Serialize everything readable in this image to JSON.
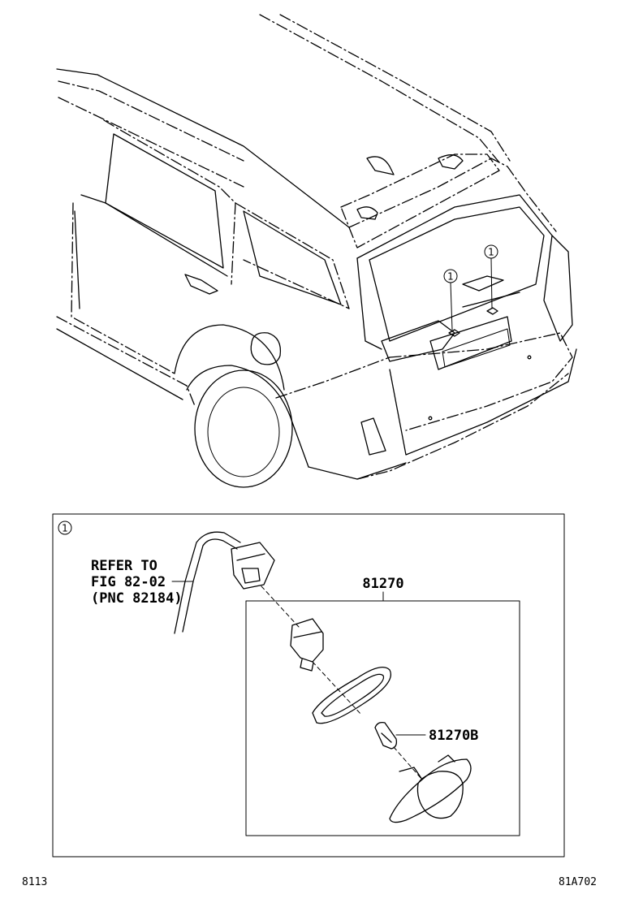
{
  "callout": {
    "marker": "1"
  },
  "refer": {
    "line1": "REFER TO",
    "line2": "FIG 82-02",
    "line3": "(PNC 82184)"
  },
  "parts": {
    "assembly": "81270",
    "bulb": "81270B"
  },
  "footer": {
    "left": "8113",
    "right": "81A702"
  }
}
